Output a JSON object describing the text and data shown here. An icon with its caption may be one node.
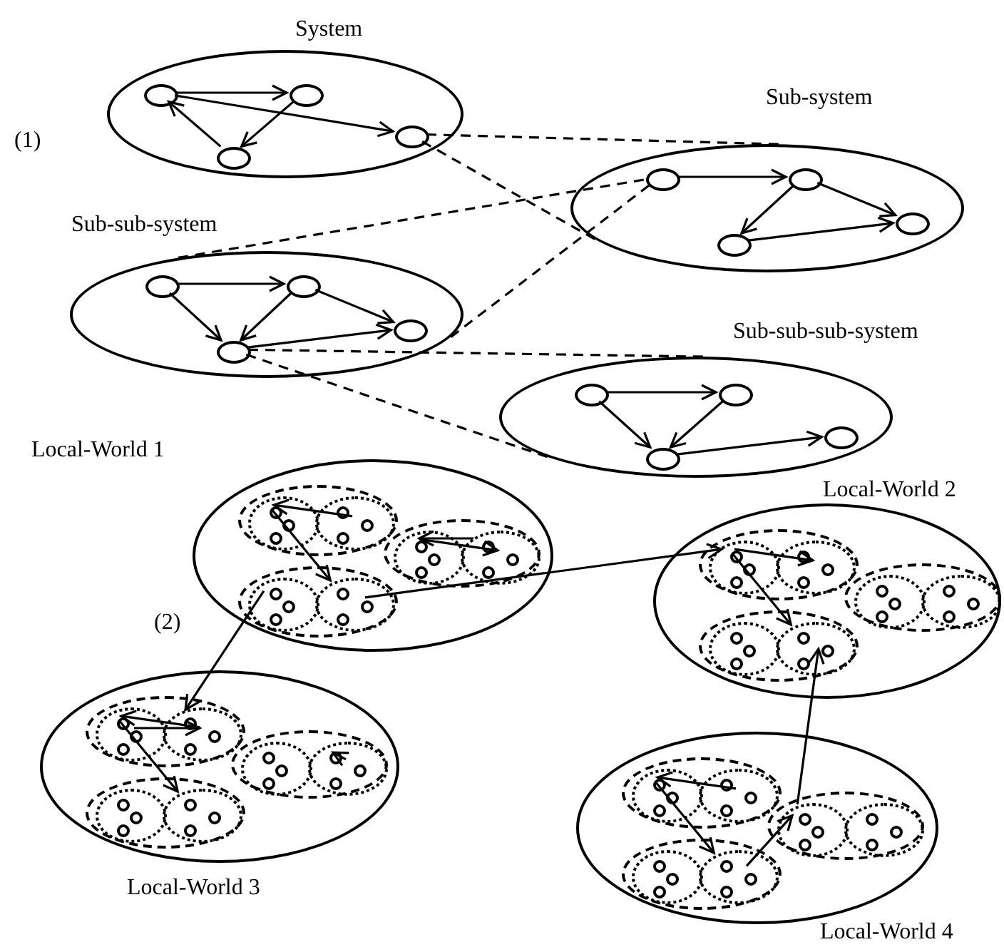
{
  "diagram": {
    "nodes": [
      {
        "text": [
          "System"
        ]
      },
      {
        "text": [],
        "shape": "ellipse",
        "in": 0
      },
      {
        "text": [],
        "shape": "ellipse",
        "in": 0
      },
      {
        "text": [],
        "shape": "ellipse",
        "in": 0
      },
      {
        "text": [],
        "shape": "ellipse",
        "in": 0
      },
      {
        "text": [
          "Sub-system"
        ]
      },
      {
        "text": [],
        "shape": "ellipse",
        "in": 5
      },
      {
        "text": [],
        "shape": "ellipse",
        "in": 5
      },
      {
        "text": [],
        "shape": "ellipse",
        "in": 5
      },
      {
        "text": [],
        "shape": "ellipse",
        "in": 5
      },
      {
        "text": [
          "Sub-sub-system"
        ]
      },
      {
        "text": [],
        "shape": "ellipse",
        "in": 10
      },
      {
        "text": [],
        "shape": "ellipse",
        "in": 10
      },
      {
        "text": [],
        "shape": "ellipse",
        "in": 10
      },
      {
        "text": [],
        "shape": "ellipse",
        "in": 10
      },
      {
        "text": [
          "Sub-sub-sub-system"
        ]
      },
      {
        "text": [],
        "shape": "ellipse",
        "in": 15
      },
      {
        "text": [],
        "shape": "ellipse",
        "in": 15
      },
      {
        "text": [],
        "shape": "ellipse",
        "in": 15
      },
      {
        "text": [],
        "shape": "ellipse",
        "in": 15
      },
      {
        "text": [
          "Local-World 1"
        ]
      },
      {
        "text": [],
        "shape": "ellipse",
        "in": 20
      },
      {
        "text": [],
        "shape": "ellipse",
        "in": 21
      },
      {
        "text": [],
        "shape": "circle",
        "in": 22
      },
      {
        "text": [],
        "shape": "circle",
        "in": 22
      },
      {
        "text": [],
        "shape": "circle",
        "in": 22
      },
      {
        "text": [],
        "shape": "ellipse",
        "in": 21
      },
      {
        "text": [],
        "shape": "circle",
        "in": 26
      },
      {
        "text": [],
        "shape": "circle",
        "in": 26
      },
      {
        "text": [],
        "shape": "circle",
        "in": 26
      },
      {
        "text": [],
        "shape": "ellipse",
        "in": 20
      },
      {
        "text": [],
        "shape": "ellipse",
        "in": 30
      },
      {
        "text": [],
        "shape": "circle",
        "in": 31
      },
      {
        "text": [],
        "shape": "circle",
        "in": 31
      },
      {
        "text": [],
        "shape": "circle",
        "in": 31
      },
      {
        "text": [],
        "shape": "ellipse",
        "in": 30
      },
      {
        "text": [],
        "shape": "circle",
        "in": 35
      },
      {
        "text": [],
        "shape": "circle",
        "in": 35
      },
      {
        "text": [],
        "shape": "circle",
        "in": 35
      },
      {
        "text": [],
        "shape": "ellipse",
        "in": 20
      },
      {
        "text": [],
        "shape": "ellipse",
        "in": 39
      },
      {
        "text": [],
        "shape": "circle",
        "in": 40
      },
      {
        "text": [],
        "shape": "circle",
        "in": 40
      },
      {
        "text": [],
        "shape": "circle",
        "in": 40
      },
      {
        "text": [],
        "shape": "ellipse",
        "in": 39
      },
      {
        "text": [],
        "shape": "circle",
        "in": 44
      },
      {
        "text": [],
        "shape": "circle",
        "in": 44
      },
      {
        "text": [],
        "shape": "circle",
        "in": 44
      },
      {
        "text": [
          "Local-World 2"
        ]
      },
      {
        "text": [],
        "shape": "ellipse",
        "in": 48
      },
      {
        "text": [],
        "shape": "ellipse",
        "in": 49
      },
      {
        "text": [],
        "shape": "circle",
        "in": 50
      },
      {
        "text": [],
        "shape": "circle",
        "in": 50
      },
      {
        "text": [],
        "shape": "circle",
        "in": 50
      },
      {
        "text": [],
        "shape": "ellipse",
        "in": 49
      },
      {
        "text": [],
        "shape": "circle",
        "in": 54
      },
      {
        "text": [],
        "shape": "circle",
        "in": 54
      },
      {
        "text": [],
        "shape": "circle",
        "in": 54
      },
      {
        "text": [],
        "shape": "ellipse",
        "in": 48
      },
      {
        "text": [],
        "shape": "ellipse",
        "in": 58
      },
      {
        "text": [],
        "shape": "circle",
        "in": 59
      },
      {
        "text": [],
        "shape": "circle",
        "in": 59
      },
      {
        "text": [],
        "shape": "circle",
        "in": 59
      },
      {
        "text": [],
        "shape": "ellipse",
        "in": 58
      },
      {
        "text": [],
        "shape": "circle",
        "in": 63
      },
      {
        "text": [],
        "shape": "circle",
        "in": 63
      },
      {
        "text": [],
        "shape": "circle",
        "in": 63
      },
      {
        "text": [],
        "shape": "ellipse",
        "in": 48
      },
      {
        "text": [],
        "shape": "ellipse",
        "in": 67
      },
      {
        "text": [],
        "shape": "circle",
        "in": 68
      },
      {
        "text": [],
        "shape": "circle",
        "in": 68
      },
      {
        "text": [],
        "shape": "circle",
        "in": 68
      },
      {
        "text": [],
        "shape": "ellipse",
        "in": 67
      },
      {
        "text": [],
        "shape": "circle",
        "in": 72
      },
      {
        "text": [],
        "shape": "circle",
        "in": 72
      },
      {
        "text": [],
        "shape": "circle",
        "in": 72
      },
      {
        "text": [
          "Local-World 3"
        ]
      },
      {
        "text": [],
        "shape": "ellipse",
        "in": 76
      },
      {
        "text": [],
        "shape": "ellipse",
        "in": 77
      },
      {
        "text": [],
        "shape": "circle",
        "in": 78
      },
      {
        "text": [],
        "shape": "circle",
        "in": 78
      },
      {
        "text": [],
        "shape": "circle",
        "in": 78
      },
      {
        "text": [],
        "shape": "ellipse",
        "in": 77
      },
      {
        "text": [],
        "shape": "circle",
        "in": 82
      },
      {
        "text": [],
        "shape": "circle",
        "in": 82
      },
      {
        "text": [],
        "shape": "circle",
        "in": 82
      },
      {
        "text": [],
        "shape": "ellipse",
        "in": 76
      },
      {
        "text": [],
        "shape": "ellipse",
        "in": 86
      },
      {
        "text": [],
        "shape": "circle",
        "in": 87
      },
      {
        "text": [],
        "shape": "circle",
        "in": 87
      },
      {
        "text": [],
        "shape": "circle",
        "in": 87
      },
      {
        "text": [],
        "shape": "ellipse",
        "in": 86
      },
      {
        "text": [],
        "shape": "circle",
        "in": 91
      },
      {
        "text": [],
        "shape": "circle",
        "in": 91
      },
      {
        "text": [],
        "shape": "circle",
        "in": 91
      },
      {
        "text": [],
        "shape": "ellipse",
        "in": 76
      },
      {
        "text": [],
        "shape": "ellipse",
        "in": 95
      },
      {
        "text": [],
        "shape": "circle",
        "in": 96
      },
      {
        "text": [],
        "shape": "circle",
        "in": 96
      },
      {
        "text": [],
        "shape": "circle",
        "in": 96
      },
      {
        "text": [],
        "shape": "ellipse",
        "in": 95
      },
      {
        "text": [],
        "shape": "circle",
        "in": 100
      },
      {
        "text": [],
        "shape": "circle",
        "in": 100
      },
      {
        "text": [],
        "shape": "circle",
        "in": 100
      },
      {
        "text": [
          "Local-World 4"
        ]
      },
      {
        "text": [],
        "shape": "ellipse",
        "in": 104
      },
      {
        "text": [],
        "shape": "ellipse",
        "in": 105
      },
      {
        "text": [],
        "shape": "circle",
        "in": 106
      },
      {
        "text": [],
        "shape": "circle",
        "in": 106
      },
      {
        "text": [],
        "shape": "circle",
        "in": 106
      },
      {
        "text": [],
        "shape": "ellipse",
        "in": 105
      },
      {
        "text": [],
        "shape": "circle",
        "in": 110
      },
      {
        "text": [],
        "shape": "circle",
        "in": 110
      },
      {
        "text": [],
        "shape": "circle",
        "in": 110
      },
      {
        "text": [],
        "shape": "ellipse",
        "in": 104
      },
      {
        "text": [],
        "shape": "ellipse",
        "in": 114
      },
      {
        "text": [],
        "shape": "circle",
        "in": 115
      },
      {
        "text": [],
        "shape": "circle",
        "in": 115
      },
      {
        "text": [],
        "shape": "circle",
        "in": 115
      },
      {
        "text": [],
        "shape": "ellipse",
        "in": 114
      },
      {
        "text": [],
        "shape": "circle",
        "in": 119
      },
      {
        "text": [],
        "shape": "circle",
        "in": 119
      },
      {
        "text": [],
        "shape": "circle",
        "in": 119
      },
      {
        "text": [],
        "shape": "ellipse",
        "in": 104
      },
      {
        "text": [],
        "shape": "ellipse",
        "in": 123
      },
      {
        "text": [],
        "shape": "circle",
        "in": 124
      },
      {
        "text": [],
        "shape": "circle",
        "in": 124
      },
      {
        "text": [],
        "shape": "circle",
        "in": 124
      },
      {
        "text": [],
        "shape": "ellipse",
        "in": 123
      },
      {
        "text": [],
        "shape": "circle",
        "in": 128
      },
      {
        "text": [],
        "shape": "circle",
        "in": 128
      },
      {
        "text": [],
        "shape": "circle",
        "in": 128
      }
    ],
    "edges": [
      {
        "from": 1,
        "to": 2,
        "arrow": "to"
      },
      {
        "from": 2,
        "to": 3,
        "arrow": "to"
      },
      {
        "from": 3,
        "to": 1,
        "arrow": "to"
      },
      {
        "from": 1,
        "to": 4,
        "arrow": "to"
      },
      {
        "from": 4,
        "to": 5,
        "arrow": "none",
        "style": "dashed"
      },
      {
        "from": 4,
        "to": 5,
        "arrow": "none",
        "style": "dashed"
      },
      {
        "from": 6,
        "to": 7,
        "arrow": "to"
      },
      {
        "from": 7,
        "to": 8,
        "arrow": "to"
      },
      {
        "from": 7,
        "to": 9,
        "arrow": "to"
      },
      {
        "from": 8,
        "to": 9,
        "arrow": "to"
      },
      {
        "from": 6,
        "to": 10,
        "arrow": "none",
        "style": "dashed"
      },
      {
        "from": 6,
        "to": 10,
        "arrow": "none",
        "style": "dashed"
      },
      {
        "from": 11,
        "to": 12,
        "arrow": "to"
      },
      {
        "from": 11,
        "to": 13,
        "arrow": "to"
      },
      {
        "from": 12,
        "to": 13,
        "arrow": "to"
      },
      {
        "from": 12,
        "to": 14,
        "arrow": "to"
      },
      {
        "from": 13,
        "to": 14,
        "arrow": "to"
      },
      {
        "from": 13,
        "to": 15,
        "arrow": "none",
        "style": "dashed"
      },
      {
        "from": 13,
        "to": 15,
        "arrow": "none",
        "style": "dashed"
      },
      {
        "from": 16,
        "to": 17,
        "arrow": "to"
      },
      {
        "from": 16,
        "to": 18,
        "arrow": "to"
      },
      {
        "from": 17,
        "to": 18,
        "arrow": "to"
      },
      {
        "from": 18,
        "to": 19,
        "arrow": "to"
      },
      {
        "from": 28,
        "to": 23,
        "arrow": "to"
      },
      {
        "from": 23,
        "to": 45,
        "arrow": "to"
      },
      {
        "from": 36,
        "to": 32,
        "arrow": "to"
      },
      {
        "from": 32,
        "to": 37,
        "arrow": "to"
      },
      {
        "from": 41,
        "to": 83,
        "arrow": "to"
      },
      {
        "from": 46,
        "to": 51,
        "arrow": "to"
      },
      {
        "from": 51,
        "to": 56,
        "arrow": "to"
      },
      {
        "from": 51,
        "to": 73,
        "arrow": "to"
      },
      {
        "from": 116,
        "to": 74,
        "arrow": "to"
      },
      {
        "from": 84,
        "to": 79,
        "arrow": "to"
      },
      {
        "from": 80,
        "to": 84,
        "arrow": "to"
      },
      {
        "from": 79,
        "to": 101,
        "arrow": "to"
      },
      {
        "from": 93,
        "to": 92,
        "arrow": "to"
      },
      {
        "from": 112,
        "to": 107,
        "arrow": "to"
      },
      {
        "from": 107,
        "to": 129,
        "arrow": "to"
      },
      {
        "from": 130,
        "to": 116,
        "arrow": "to"
      }
    ],
    "labels": [
      "(1)",
      "(2)"
    ]
  }
}
